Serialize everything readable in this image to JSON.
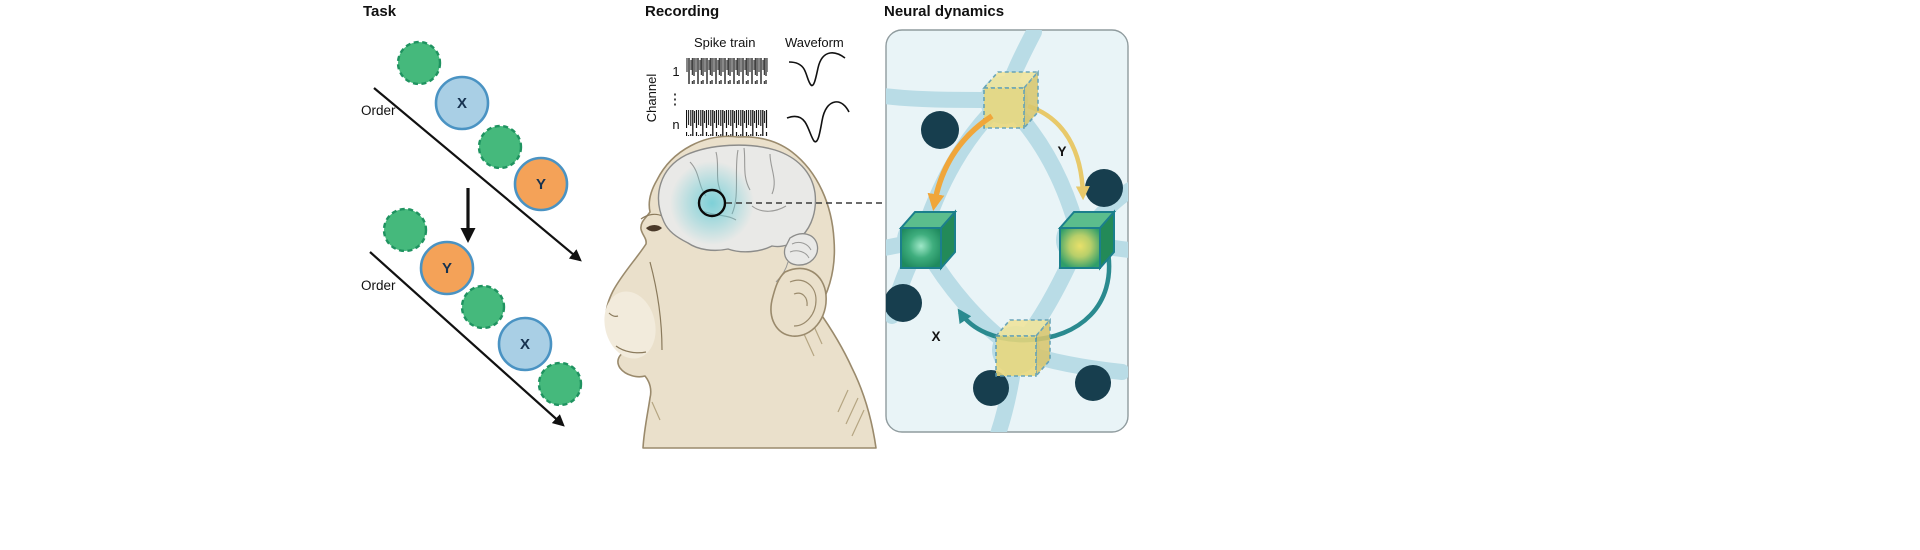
{
  "figure": {
    "task": {
      "title": "Task",
      "order_label": "Order",
      "stim_x": "X",
      "stim_y": "Y"
    },
    "recording": {
      "title": "Recording",
      "spike_train_label": "Spike train",
      "waveform_label": "Waveform",
      "channel_label": "Channel",
      "channel_first": "1",
      "channel_last": "n",
      "channel_ellipsis": "⋮"
    },
    "neural_dynamics": {
      "title": "Neural dynamics",
      "state_x_label": "X",
      "state_y_label": "Y"
    }
  },
  "colors": {
    "stim_green": "#45b97c",
    "stim_green_border": "#1f9360",
    "stim_blue_fill": "#a9cfe5",
    "stim_border_blue": "#4a93c3",
    "stim_orange_fill": "#f4a258",
    "panel_bg": "#e9f4f7",
    "lattice_band": "#b9dce6",
    "lattice_node": "#173e4e",
    "cube_yellow": "#e9d87c",
    "cube_green": "#2f9e6a",
    "arrow_orange": "#f0a63a",
    "arrow_yellow": "#e8c96a",
    "arrow_teal": "#2a8a8f",
    "monkey_skin": "#eae0cb",
    "brain_gray": "#e9e9e7",
    "electrode_glow": "#5ac8d2"
  }
}
